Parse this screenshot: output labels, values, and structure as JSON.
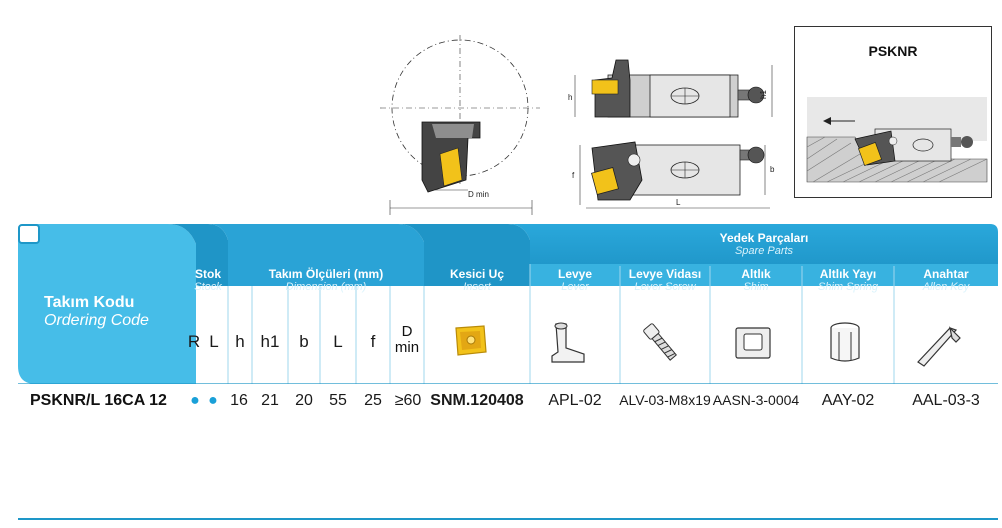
{
  "table": {
    "ordering_code": {
      "title": "Takım Kodu",
      "subtitle": "Ordering Code"
    },
    "stock": {
      "title": "Stok",
      "subtitle": "Stock",
      "cols": [
        "R",
        "L"
      ]
    },
    "dimension": {
      "title": "Takım Ölçüleri (mm)",
      "subtitle": "Dimension (mm)",
      "cols": [
        "h",
        "h1",
        "b",
        "L",
        "f"
      ],
      "d_col_top": "D",
      "d_col_bottom": "min"
    },
    "insert": {
      "title": "Kesici Uç",
      "subtitle": "Insert"
    },
    "spare_parts": {
      "title": "Yedek Parçaları",
      "subtitle": "Spare Parts"
    },
    "parts": [
      {
        "title": "Levye",
        "subtitle": "Lever",
        "icon": "lever-icon"
      },
      {
        "title": "Levye Vidası",
        "subtitle": "Lever Screw",
        "icon": "lever-screw-icon"
      },
      {
        "title": "Altlık",
        "subtitle": "Shim",
        "icon": "shim-icon"
      },
      {
        "title": "Altlık Yayı",
        "subtitle": "Shim Spring",
        "icon": "shim-spring-icon"
      },
      {
        "title": "Anahtar",
        "subtitle": "Allen Key",
        "icon": "allen-key-icon"
      }
    ],
    "row": {
      "code": "PSKNR/L 16CA 12",
      "stock_r": "●",
      "stock_l": "●",
      "h": "16",
      "h1": "21",
      "b": "20",
      "L": "55",
      "f": "25",
      "d_min": "≥60",
      "insert": "SNM.120408",
      "parts": [
        "APL-02",
        "ALV-03-M8x19",
        "AASN-3-0004",
        "AAY-02",
        "AAL-03-3"
      ]
    }
  },
  "drawing": {
    "title": "PSKNR",
    "labels": {
      "d_min": "D min",
      "h": "h",
      "h1": "h1",
      "f": "f",
      "b": "b",
      "l": "L"
    }
  },
  "colors": {
    "header_dark": "#1e97c8",
    "header_light": "#3cb4e2",
    "header_band": "#2aa6d8",
    "stock_dot": "#1aa0d8",
    "insert_yellow": "#f2c21a"
  }
}
